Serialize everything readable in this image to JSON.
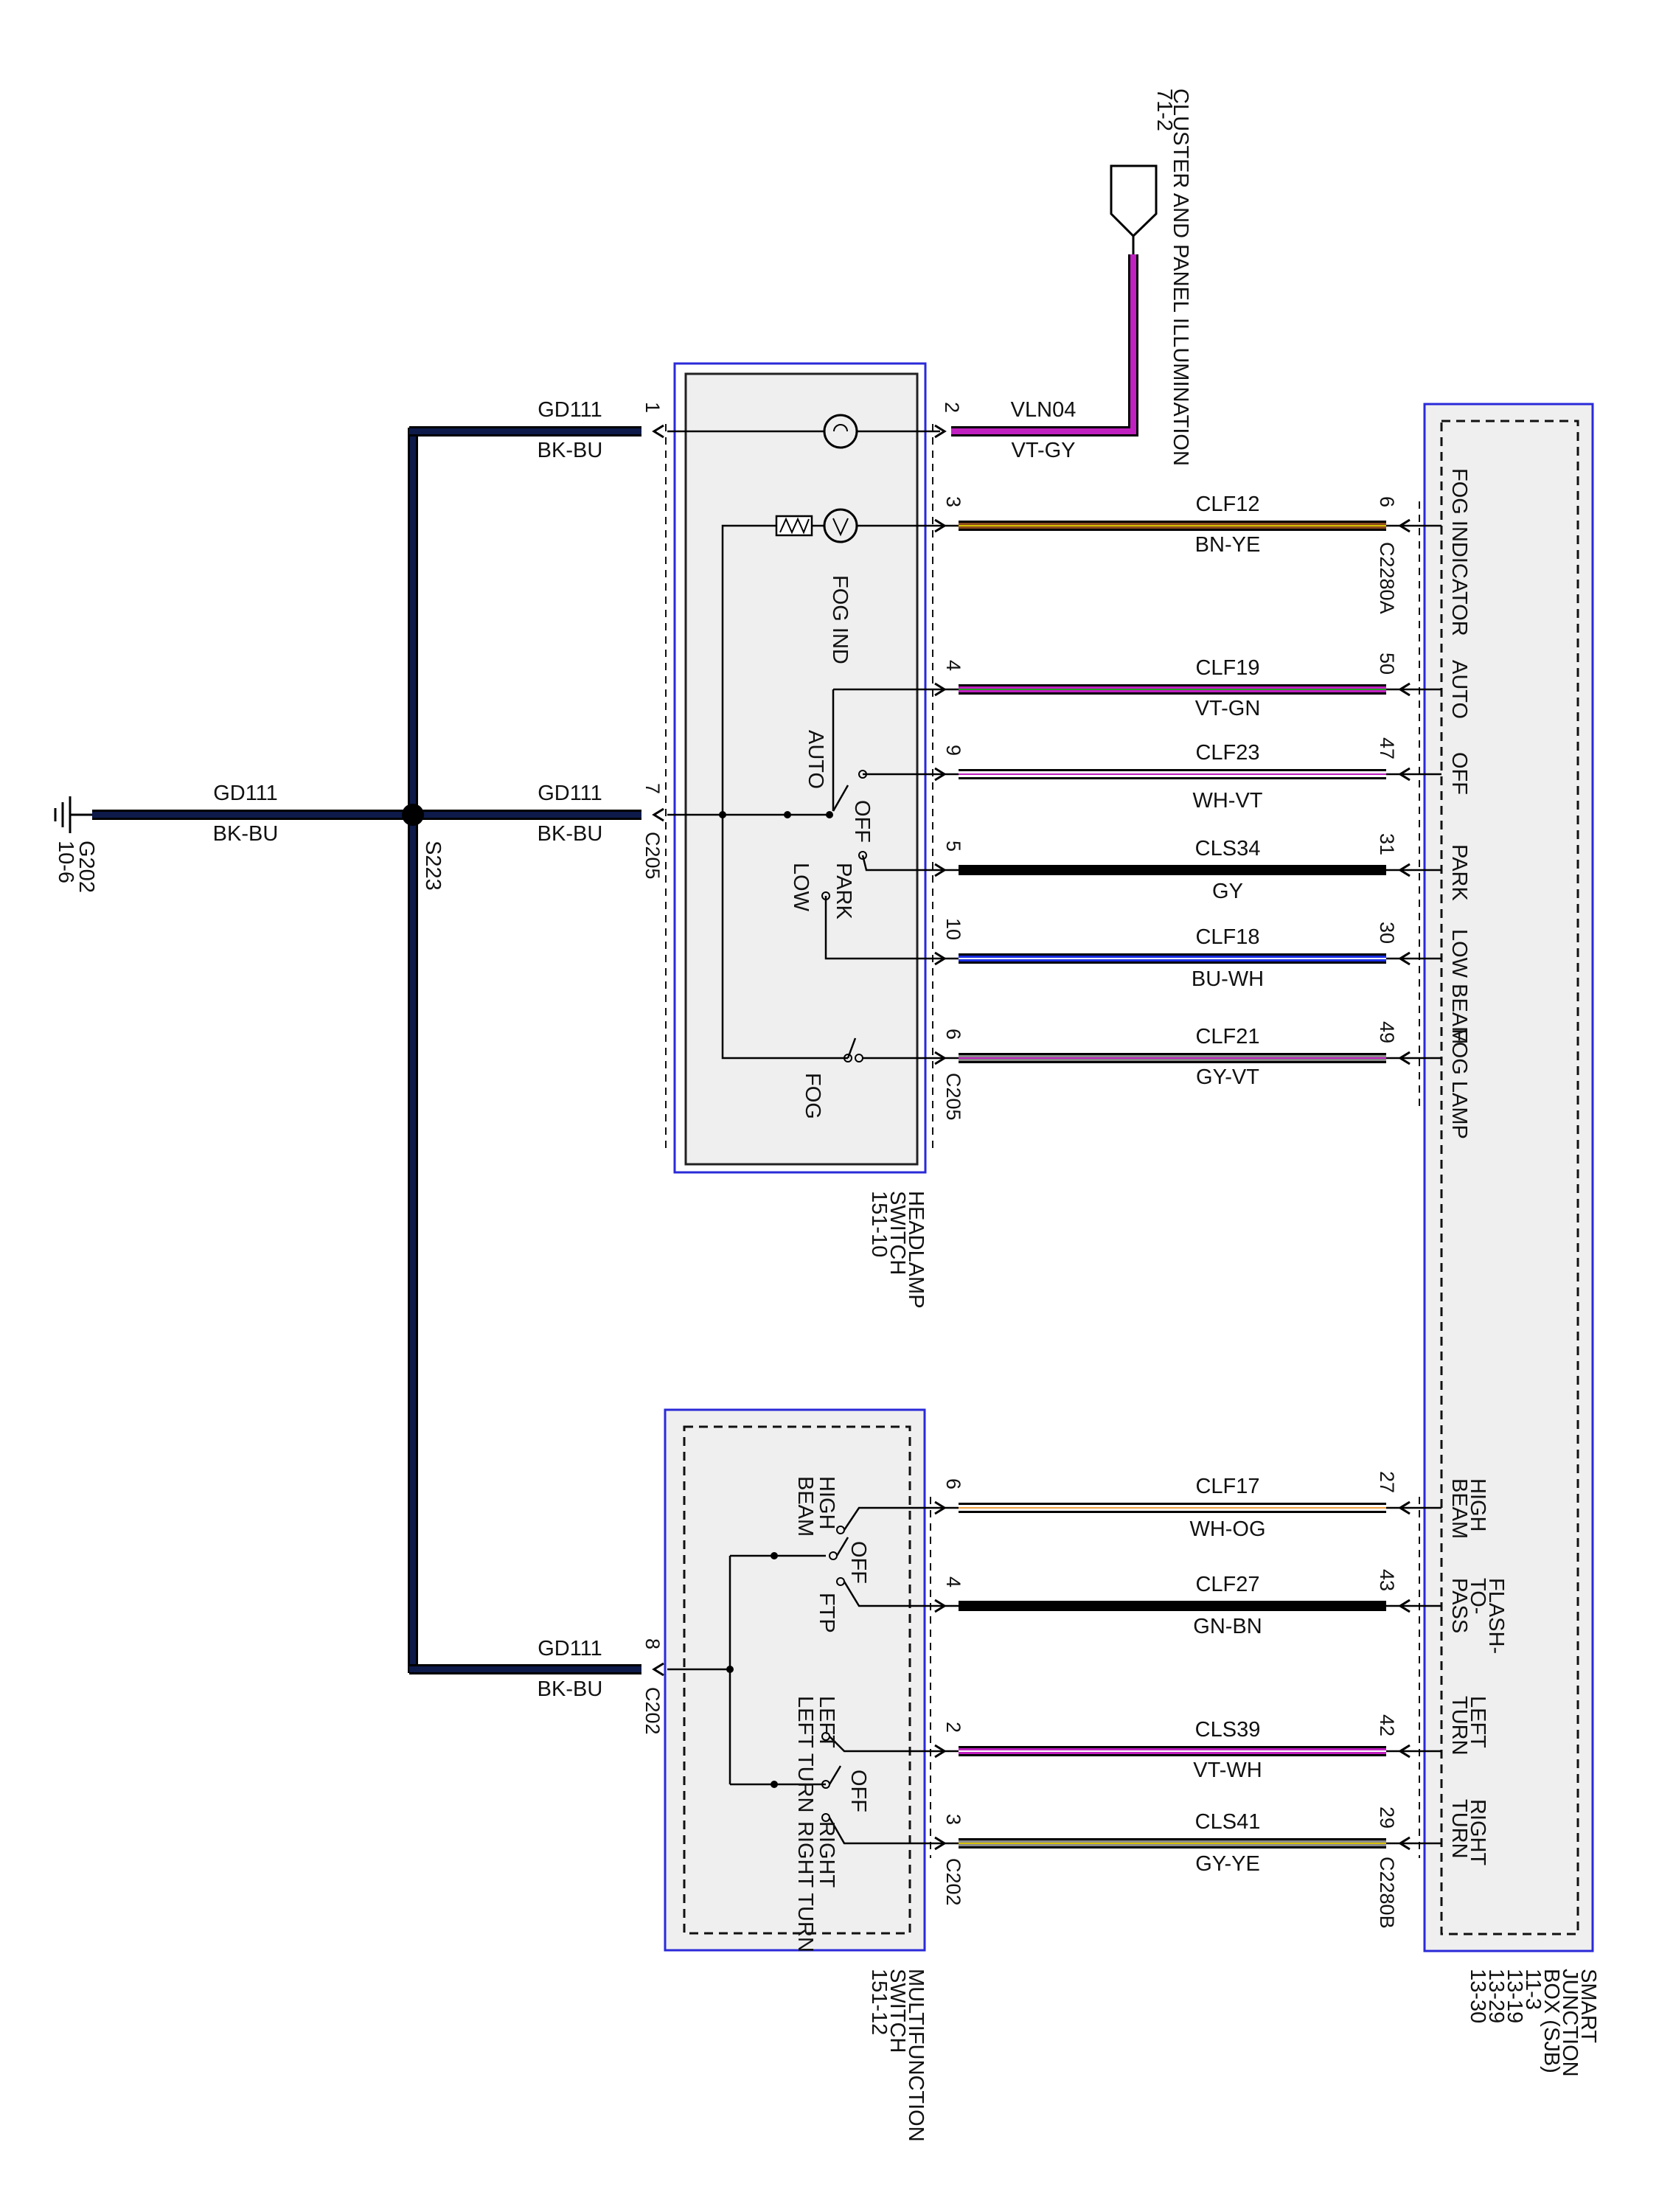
{
  "modules": {
    "headlamp": {
      "name": "HEADLAMP SWITCH",
      "ref": "151-10"
    },
    "multifunction": {
      "name": "MULTIFUNCTION SWITCH",
      "ref": "151-12"
    },
    "sjb": {
      "name": "SMART JUNCTION BOX (SJB)",
      "refs": [
        "11-3",
        "13-19",
        "13-29",
        "13-30"
      ]
    },
    "cluster": {
      "name": "CLUSTER AND PANEL ILLUMINATION",
      "ref": "71-2"
    }
  },
  "ground": {
    "name": "G202",
    "ref": "10-6",
    "splice": "S223",
    "circuit": "GD111",
    "color_code": "BK-BU",
    "branches": [
      {
        "pin": "1",
        "connector": ""
      },
      {
        "pin": "7",
        "connector": "C205"
      },
      {
        "pin": "8",
        "connector": "C202"
      }
    ]
  },
  "cluster_wire": {
    "pin": "2",
    "circuit": "VLN04",
    "color_code": "VT-GY"
  },
  "headlamp_wires": [
    {
      "sw_pin": "3",
      "circuit": "CLF12",
      "color_code": "BN-YE",
      "sjb_pin": "6",
      "sjb_label": "FOG INDICATOR",
      "sjb_connector": "C2280A"
    },
    {
      "sw_pin": "4",
      "circuit": "CLF19",
      "color_code": "VT-GN",
      "sjb_pin": "50",
      "sjb_label": "AUTO"
    },
    {
      "sw_pin": "9",
      "circuit": "CLF23",
      "color_code": "WH-VT",
      "sjb_pin": "47",
      "sjb_label": "OFF"
    },
    {
      "sw_pin": "5",
      "circuit": "CLS34",
      "color_code": "GY",
      "sjb_pin": "31",
      "sjb_label": "PARK"
    },
    {
      "sw_pin": "10",
      "circuit": "CLF18",
      "color_code": "BU-WH",
      "sjb_pin": "30",
      "sjb_label": "LOW BEAM"
    },
    {
      "sw_pin": "6",
      "circuit": "CLF21",
      "color_code": "GY-VT",
      "sjb_pin": "49",
      "sjb_label": "FOG LAMP",
      "sw_connector": "C205"
    }
  ],
  "multifunction_wires": [
    {
      "sw_pin": "6",
      "circuit": "CLF17",
      "color_code": "WH-OG",
      "sjb_pin": "27",
      "sjb_label": "HIGH BEAM"
    },
    {
      "sw_pin": "4",
      "circuit": "CLF27",
      "color_code": "GN-BN",
      "sjb_pin": "43",
      "sjb_label": "FLASH-TO-PASS"
    },
    {
      "sw_pin": "2",
      "circuit": "CLS39",
      "color_code": "VT-WH",
      "sjb_pin": "42",
      "sjb_label": "LEFT TURN"
    },
    {
      "sw_pin": "3",
      "circuit": "CLS41",
      "color_code": "GY-YE",
      "sjb_pin": "29",
      "sjb_label": "RIGHT TURN",
      "sw_connector": "C202",
      "sjb_connector": "C2280B"
    }
  ],
  "switch_labels": {
    "fog_ind": "FOG IND",
    "auto": "AUTO",
    "off": "OFF",
    "park": "PARK",
    "low": "LOW",
    "fog": "FOG",
    "high_beam": "HIGH BEAM",
    "mf_off1": "OFF",
    "ftp": "FTP",
    "left_turn": "LEFT TURN",
    "mf_off2": "OFF",
    "right_turn": "RIGHT TURN"
  },
  "colors": {
    "ground_wire": "#0d1a4a",
    "box_border": "#2a2ad8",
    "module_fill": "#efefef",
    "violet": "#c020c0",
    "brown": "#8b4a1c",
    "yellow": "#d8c000",
    "green": "#20a020",
    "white": "#ffffff",
    "gray": "#8a8a8a",
    "blue": "#1a2ee0",
    "orange": "#f0a040",
    "black": "#000000"
  }
}
